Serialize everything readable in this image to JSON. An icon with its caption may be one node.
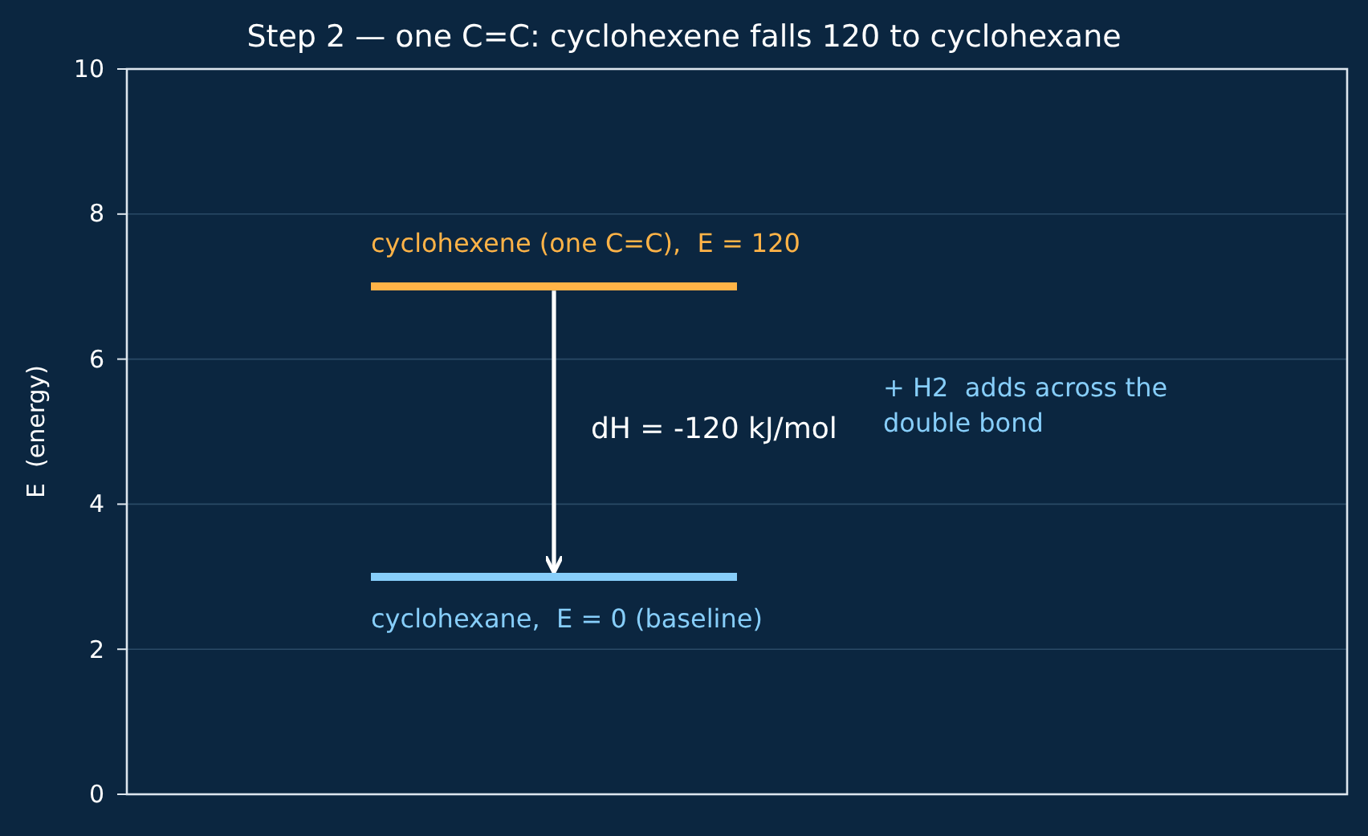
{
  "diagram": {
    "title": "Step 2 — one C=C: cyclohexene falls 120 to cyclohexane",
    "nodes": [
      {
        "text": [
          "cyclohexene (one C=C),  E = 120"
        ]
      },
      {
        "text": [
          "cyclohexane,  E = 0 (baseline)"
        ]
      }
    ],
    "edges": [
      {
        "from": 0,
        "to": 1,
        "arrow": "to",
        "label": "dH = -120 kJ/mol"
      }
    ],
    "labels": [
      "10",
      "8",
      "6",
      "4",
      "2",
      "0",
      "E  (energy)",
      "+ H2  adds across the double bond"
    ]
  }
}
